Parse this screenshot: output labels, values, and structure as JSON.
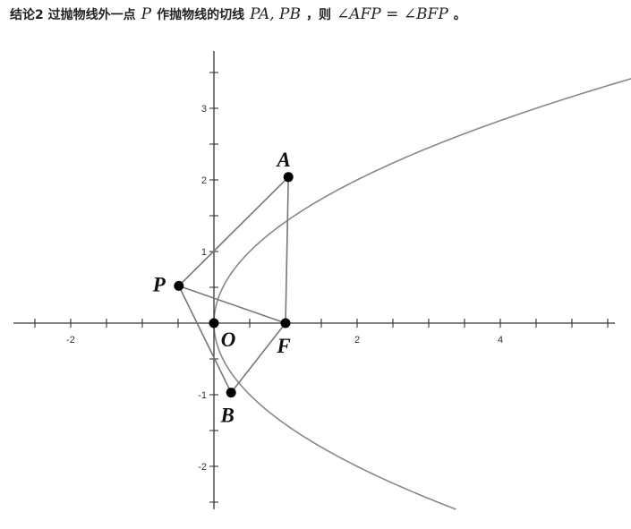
{
  "header": {
    "conclusion_label": "结论2 过抛物线外一点",
    "point_p": "P",
    "middle_text": "作抛物线的切线",
    "tangents": "PA, PB",
    "then_text": "，则",
    "angle_equation": "∠AFP = ∠BFP",
    "end_mark": "。"
  },
  "chart_data": {
    "type": "diagram",
    "curve": "x = y^2 / 2",
    "xlim": [
      -2.8,
      5.6
    ],
    "ylim": [
      -2.6,
      3.8
    ],
    "x_ticks": [
      -2,
      2,
      4
    ],
    "x_tick_labels": [
      "-2",
      "2",
      "4"
    ],
    "y_ticks": [
      -2,
      -1,
      1,
      2,
      3
    ],
    "y_tick_labels": [
      "-2",
      "-1",
      "1",
      "2",
      "3"
    ],
    "points": [
      {
        "label": "A",
        "x": 1.04,
        "y": 2.04
      },
      {
        "label": "B",
        "x": 0.24,
        "y": -0.97
      },
      {
        "label": "P",
        "x": -0.49,
        "y": 0.52
      },
      {
        "label": "F",
        "x": 1.0,
        "y": 0.0
      },
      {
        "label": "O",
        "x": 0.0,
        "y": 0.0
      }
    ],
    "segments": [
      [
        "P",
        "A"
      ],
      [
        "P",
        "B"
      ],
      [
        "A",
        "F"
      ],
      [
        "B",
        "F"
      ],
      [
        "P",
        "F"
      ]
    ],
    "colors": {
      "axis": "#333333",
      "curve": "#888888",
      "segment": "#777777",
      "point": "#000000"
    }
  }
}
